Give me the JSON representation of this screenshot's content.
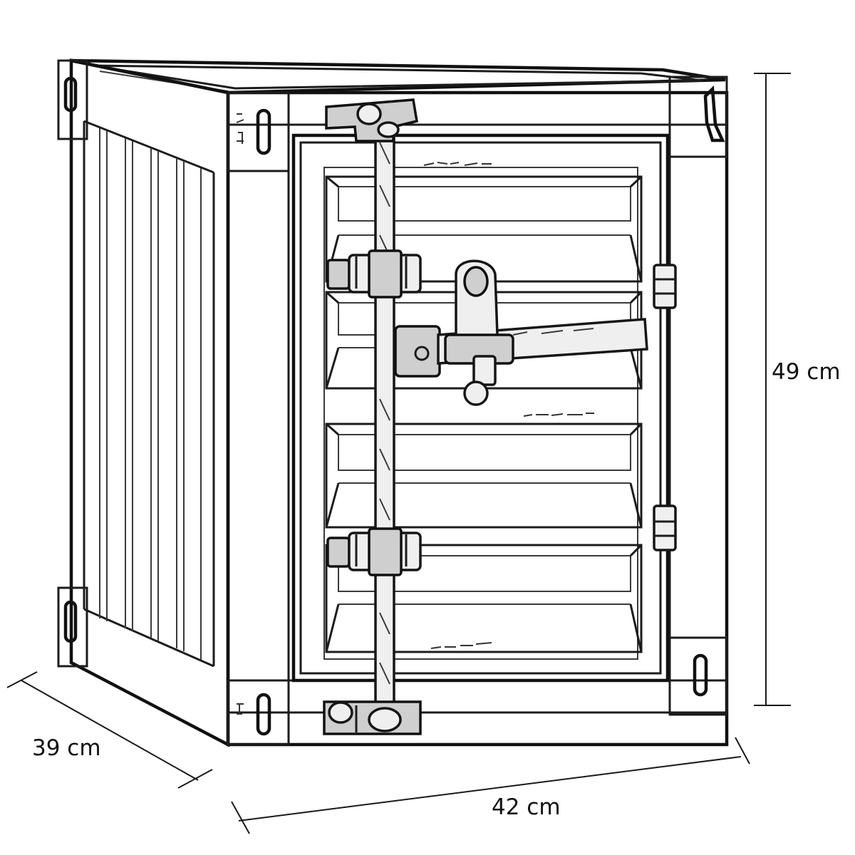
{
  "dimensions": {
    "height_label": "49 cm",
    "width_label": "42 cm",
    "depth_label": "39 cm"
  },
  "icons": {
    "product": "shipping-container-cabinet-icon"
  }
}
